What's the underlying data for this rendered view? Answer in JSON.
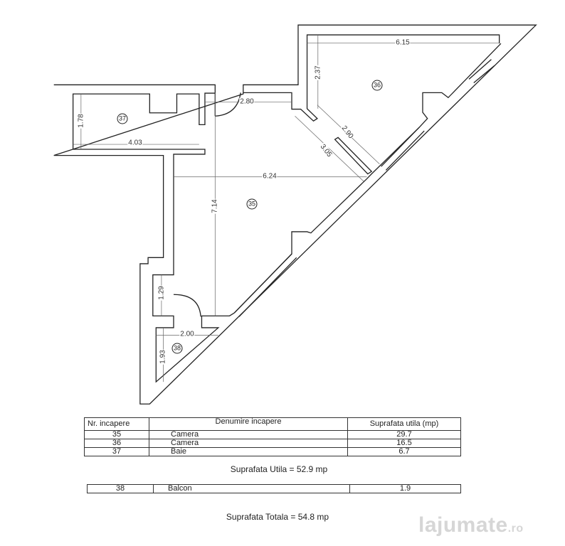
{
  "plan": {
    "rooms": [
      {
        "id": "35"
      },
      {
        "id": "36"
      },
      {
        "id": "37"
      },
      {
        "id": "38"
      }
    ],
    "dimensions": {
      "d615": "6.15",
      "d237": "2.37",
      "d280": "2.80",
      "d290": "2.90",
      "d305": "3.05",
      "d624": "6.24",
      "d714": "7.14",
      "d178": "1.78",
      "d403": "4.03",
      "d129": "1.29",
      "d200": "2.00",
      "d193": "1.93"
    }
  },
  "table": {
    "headers": [
      "Nr. incapere",
      "Denumire incapere",
      "Suprafata utila (mp)"
    ],
    "rows": [
      {
        "nr": "35",
        "name": "Camera",
        "area": "29.7"
      },
      {
        "nr": "36",
        "name": "Camera",
        "area": "16.5"
      },
      {
        "nr": "37",
        "name": "Baie",
        "area": "6.7"
      }
    ],
    "useful_total": "Suprafata Utila = 52.9 mp",
    "balcony": {
      "nr": "38",
      "name": "Balcon",
      "area": "1.9"
    },
    "grand_total": "Suprafata Totala = 54.8 mp"
  },
  "watermark": {
    "brand": "lajumate",
    "tld": ".ro"
  }
}
